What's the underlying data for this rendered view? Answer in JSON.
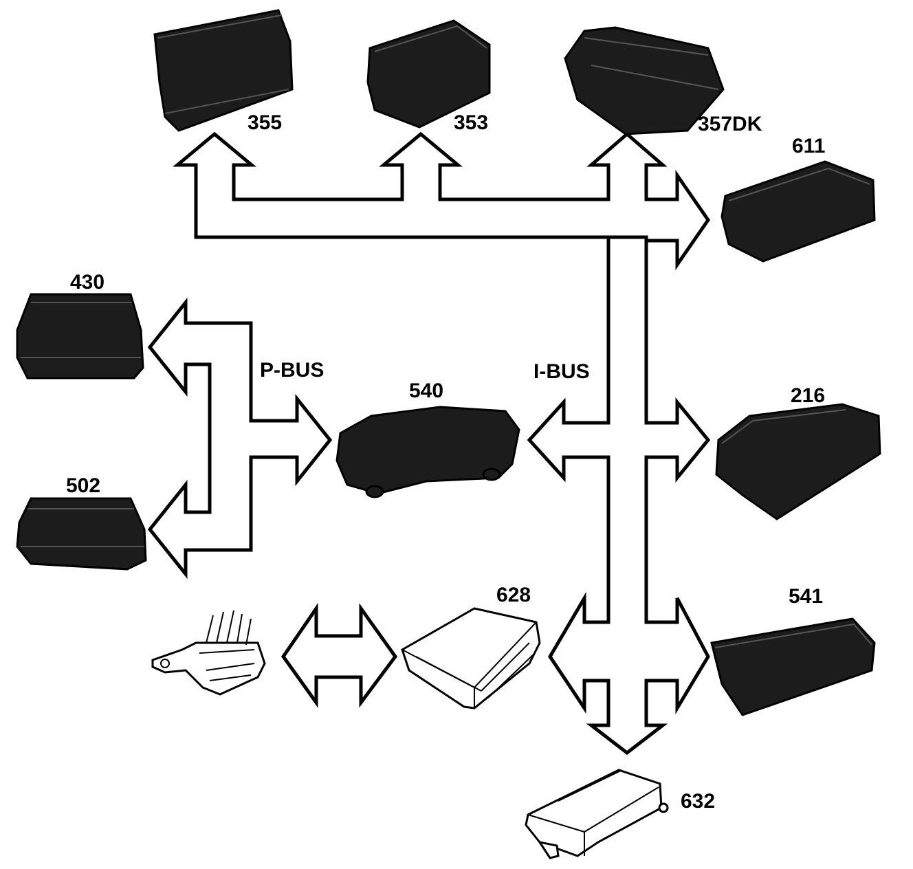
{
  "labels": {
    "m355": "355",
    "m353": "353",
    "m357": "357DK",
    "m611": "611",
    "m430": "430",
    "m502": "502",
    "m540": "540",
    "m216": "216",
    "m628": "628",
    "m541": "541",
    "m632": "632",
    "pbus": "P-BUS",
    "ibus": "I-BUS"
  },
  "colors": {
    "module_fill": "#1c1c1c",
    "arrow_fill": "#ffffff",
    "outline": "#000000"
  },
  "icons": {
    "diagnostic_connector": "obd-connector-icon"
  }
}
